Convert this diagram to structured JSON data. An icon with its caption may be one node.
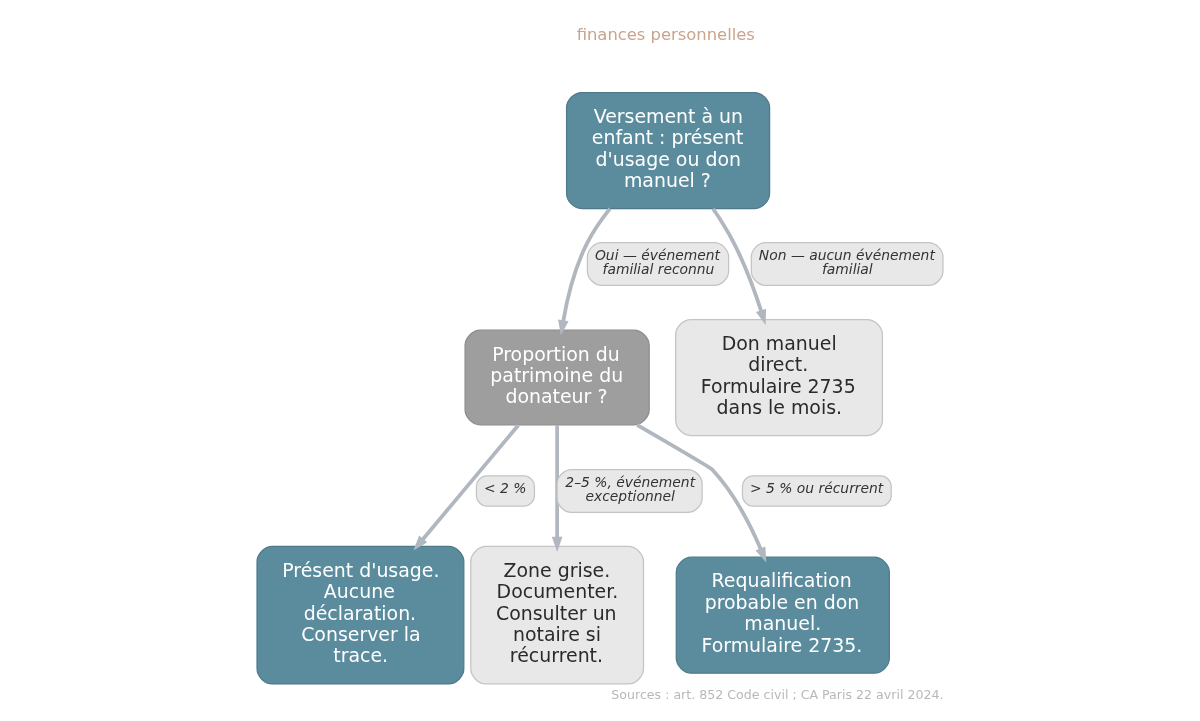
{
  "diagram": {
    "caption": "Sources : art. 852 Code civil ; CA Paris 22 avril 2024.",
    "nodes": [
      {
        "text": [
          "Versement à un enfant : présent d'usage ou don manuel ?"
        ]
      },
      {
        "text": [
          "Proportion du patrimoine du donateur ?"
        ]
      },
      {
        "text": [
          "Don manuel direct. Formulaire 2735 dans le mois."
        ]
      },
      {
        "text": [
          "Présent d'usage. Aucune déclaration. Conserver la trace."
        ]
      },
      {
        "text": [
          "Zone grise. Documenter. Consulter un notaire si récurrent."
        ]
      },
      {
        "text": [
          "Requalification probable en don manuel. Formulaire 2735."
        ]
      }
    ],
    "edges": [
      {
        "from": 0,
        "to": 1,
        "arrow": "to",
        "label": "Oui — événement familial reconnu"
      },
      {
        "from": 0,
        "to": 2,
        "arrow": "to",
        "label": "Non — aucun événement familial"
      },
      {
        "from": 1,
        "to": 3,
        "arrow": "to",
        "label": "< 2 %"
      },
      {
        "from": 1,
        "to": 4,
        "arrow": "to",
        "label": "2–5 %, événement exceptionnel"
      },
      {
        "from": 1,
        "to": 5,
        "arrow": "to",
        "label": "> 5 % ou récurrent"
      }
    ],
    "labels": [
      "finances personnelles"
    ]
  }
}
